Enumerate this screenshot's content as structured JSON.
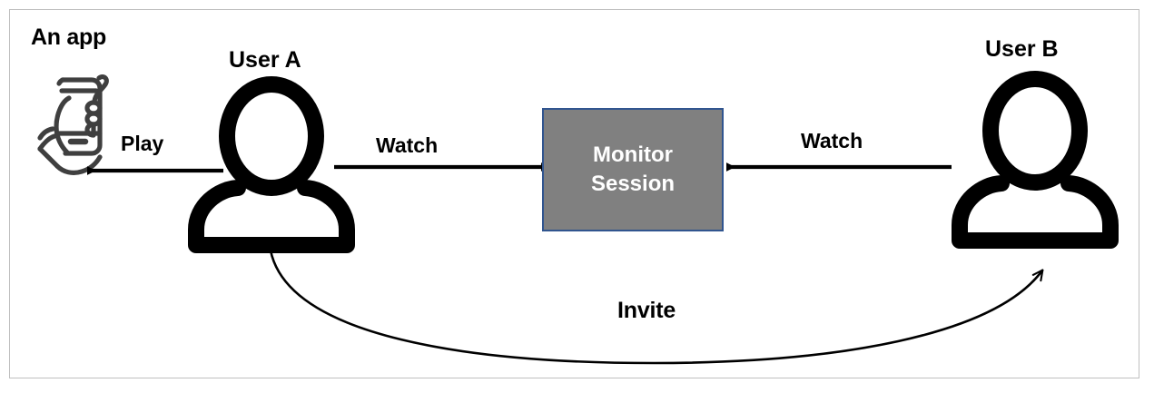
{
  "diagram": {
    "title_label": "An app",
    "frame_border_color": "#bfbfbf",
    "background_color": "#ffffff"
  },
  "nodes": {
    "app": {
      "label": "An app",
      "icon": "hand-holding-phone-icon",
      "icon_color": "#3f3f3f"
    },
    "user_a": {
      "label": "User A",
      "icon": "person-icon",
      "icon_color": "#000000"
    },
    "user_b": {
      "label": "User B",
      "icon": "person-icon",
      "icon_color": "#000000"
    },
    "monitor_session": {
      "line1": "Monitor",
      "line2": "Session",
      "fill_color": "#808080",
      "border_color": "#31558F",
      "text_color": "#ffffff"
    }
  },
  "edges": [
    {
      "label": "Play",
      "from": "user_a",
      "to": "app",
      "direction": "left",
      "style": "straight"
    },
    {
      "label": "Watch",
      "from": "user_a",
      "to": "monitor_session",
      "direction": "right",
      "style": "straight"
    },
    {
      "label": "Watch",
      "from": "user_b",
      "to": "monitor_session",
      "direction": "left",
      "style": "straight"
    },
    {
      "label": "Invite",
      "from": "user_a",
      "to": "user_b",
      "direction": "right",
      "style": "curved"
    }
  ]
}
